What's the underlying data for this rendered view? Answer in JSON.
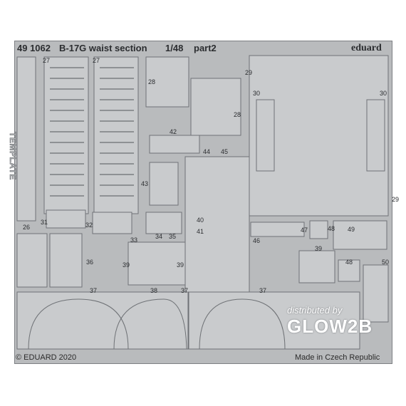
{
  "header": {
    "catalog_number": "49 1062",
    "title": "B-17G waist section",
    "scale": "1/48",
    "part": "part2",
    "brand": "eduard"
  },
  "template_label": "TEMPLATE",
  "part_numbers": [
    "27",
    "27",
    "28",
    "28",
    "29",
    "29",
    "30",
    "30",
    "42",
    "44",
    "45",
    "43",
    "26",
    "31",
    "32",
    "34",
    "35",
    "40",
    "41",
    "46",
    "47",
    "48",
    "49",
    "48",
    "33",
    "39",
    "39",
    "39",
    "36",
    "50",
    "38",
    "37",
    "37",
    "37"
  ],
  "footer": {
    "copyright": "© EDUARD 2020",
    "origin": "Made in Czech Republic"
  },
  "watermark": {
    "line1": "distributed by",
    "line2": "GLOW2B"
  },
  "colors": {
    "fret": "#b9bbbd",
    "part_fill": "#c9cbcd",
    "outline": "#6f7276",
    "text": "#2b2d30"
  }
}
